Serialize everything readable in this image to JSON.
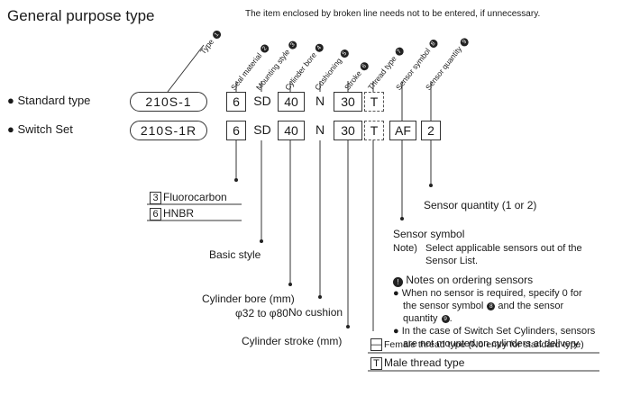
{
  "title": "General purpose type",
  "note": "The item enclosed by broken line needs not to be entered, if unnecessary.",
  "headers": [
    {
      "label": "Type",
      "n": "1"
    },
    {
      "label": "Seal material",
      "n": "2"
    },
    {
      "label": "Mounting style",
      "n": "3"
    },
    {
      "label": "Cylinder bore",
      "n": "4"
    },
    {
      "label": "Cushioning",
      "n": "5"
    },
    {
      "label": "Stroke",
      "n": "6"
    },
    {
      "label": "Thread type",
      "n": "7"
    },
    {
      "label": "Sensor symbol",
      "n": "8"
    },
    {
      "label": "Sensor quantity",
      "n": "9"
    }
  ],
  "rows": [
    {
      "label": "Standard type",
      "model": "210S-1",
      "seal": "6",
      "mount": "SD",
      "bore": "40",
      "cushion": "N",
      "stroke": "30",
      "thread": "T"
    },
    {
      "label": "Switch Set",
      "model": "210S-1R",
      "seal": "6",
      "mount": "SD",
      "bore": "40",
      "cushion": "N",
      "stroke": "30",
      "thread": "T",
      "sensor": "AF",
      "qty": "2"
    }
  ],
  "seal_options": [
    {
      "code": "3",
      "text": "Fluorocarbon"
    },
    {
      "code": "6",
      "text": "HNBR"
    }
  ],
  "basic_style": "Basic style",
  "bore_desc": {
    "line1": "Cylinder bore (mm)",
    "line2": "φ32 to φ80"
  },
  "no_cushion": "No cushion",
  "stroke_desc": "Cylinder stroke (mm)",
  "sensor_qty_desc": "Sensor quantity (1 or 2)",
  "sensor_symbol": {
    "title": "Sensor symbol",
    "note_prefix": "Note)",
    "note_line1": "Select applicable sensors out of the",
    "note_line2": "Sensor List."
  },
  "notes": {
    "icon": "!",
    "title": "Notes on ordering sensors",
    "b1_a": "When no sensor is required, specify 0 for",
    "b1_b": "the sensor symbol",
    "b1_n1": "8",
    "b1_c": "and the sensor",
    "b1_d": "quantity",
    "b1_n2": "9",
    "b2_a": "In the case of Switch Set Cylinders, sensors",
    "b2_b": "are not mounted on cylinders at delivery."
  },
  "thread_options": [
    {
      "code": "—",
      "text": "Female thread type (No entry for standard type)"
    },
    {
      "code": "T",
      "text": "Male thread type"
    }
  ],
  "colors": {
    "text": "#1a1a1a",
    "line": "#333333"
  }
}
